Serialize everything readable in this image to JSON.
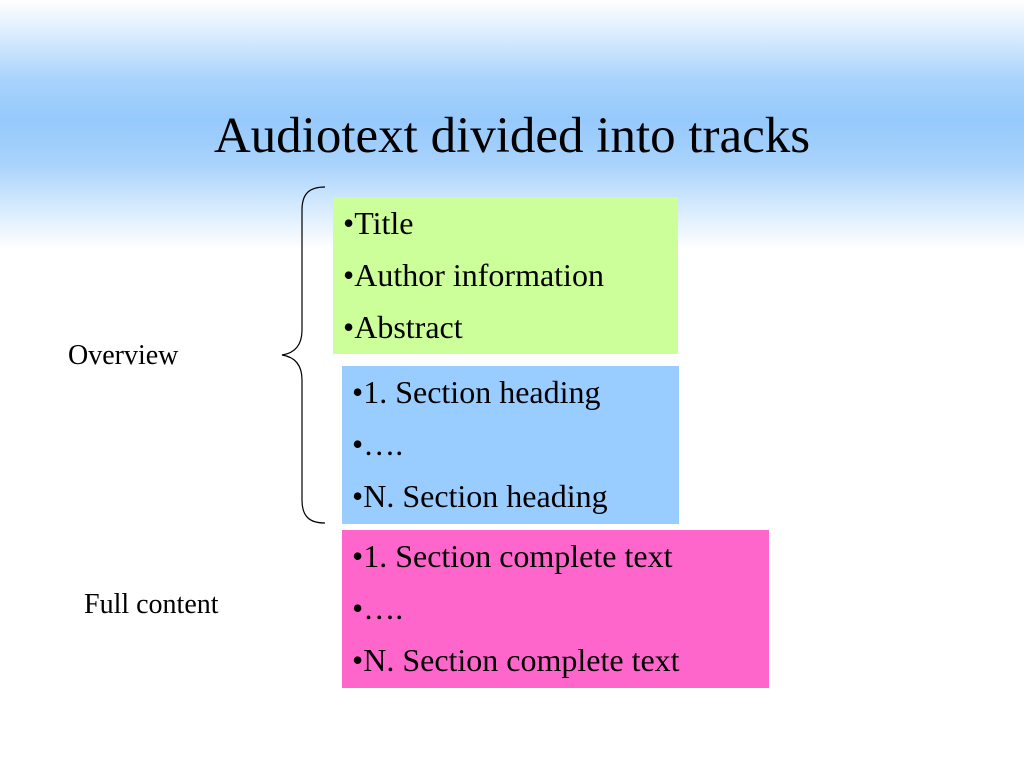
{
  "slide": {
    "title": "Audiotext divided into tracks"
  },
  "labels": {
    "overview": "Overview",
    "full_content": "Full content"
  },
  "boxes": {
    "front_matter": {
      "color": "#ccff99",
      "items": [
        "•Title",
        "•Author information",
        "•Abstract"
      ]
    },
    "section_headings": {
      "color": "#99ccff",
      "items": [
        "•1. Section heading",
        "•….",
        "•N. Section heading"
      ]
    },
    "section_texts": {
      "color": "#ff66cc",
      "items": [
        "•1. Section complete text",
        "•….",
        "•N. Section complete text"
      ]
    }
  },
  "theme": {
    "background_band": "#96c9fc",
    "text_color": "#000000"
  }
}
